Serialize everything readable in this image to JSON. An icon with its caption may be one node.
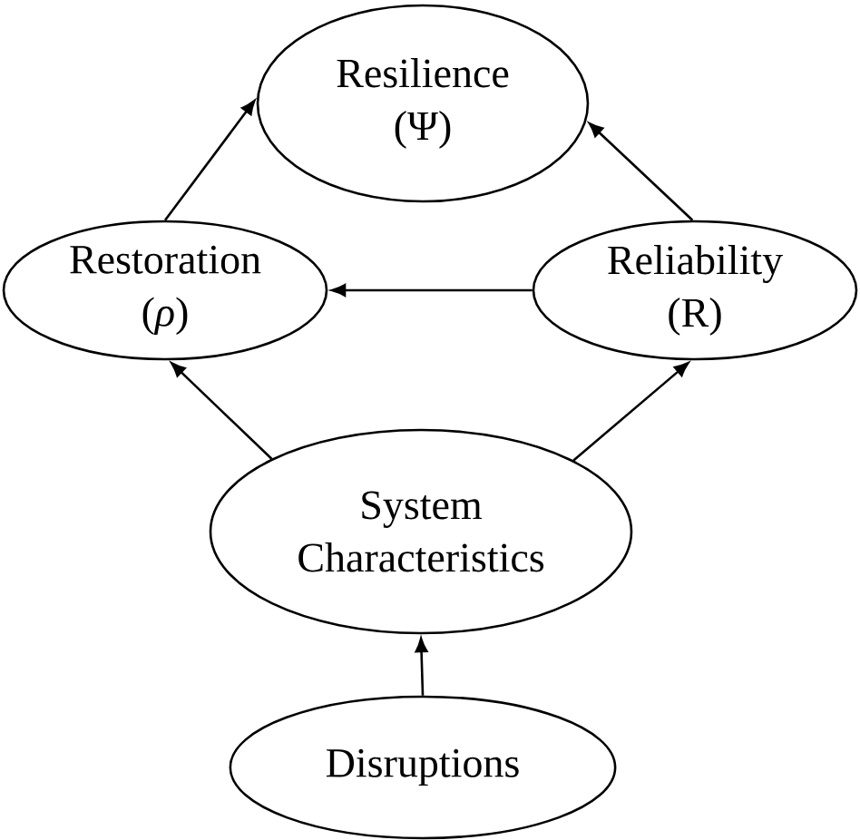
{
  "diagram": {
    "nodes": [
      {
        "text": [
          "Resilience (Ψ)"
        ]
      },
      {
        "text": [
          "Restoration (*ρ*)"
        ]
      },
      {
        "text": [
          "Reliability (R)"
        ]
      },
      {
        "text": [
          "System Characteristics"
        ]
      },
      {
        "text": [
          "Disruptions"
        ]
      }
    ],
    "edges": [
      {
        "from": 1,
        "to": 0,
        "arrow": "to"
      },
      {
        "from": 2,
        "to": 0,
        "arrow": "to"
      },
      {
        "from": 2,
        "to": 1,
        "arrow": "to"
      },
      {
        "from": 3,
        "to": 1,
        "arrow": "to"
      },
      {
        "from": 3,
        "to": 2,
        "arrow": "to"
      },
      {
        "from": 4,
        "to": 3,
        "arrow": "to"
      }
    ]
  }
}
